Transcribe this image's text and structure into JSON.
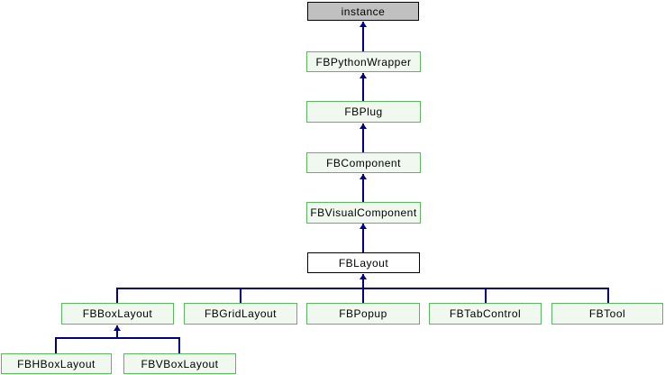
{
  "diagram": {
    "type": "class-inheritance",
    "current_class": "FBLayout",
    "nodes": {
      "instance": {
        "label": "instance",
        "style": "external-gray"
      },
      "FBPythonWrapper": {
        "label": "FBPythonWrapper",
        "style": "linked-green"
      },
      "FBPlug": {
        "label": "FBPlug",
        "style": "linked-green"
      },
      "FBComponent": {
        "label": "FBComponent",
        "style": "linked-green"
      },
      "FBVisualComponent": {
        "label": "FBVisualComponent",
        "style": "linked-green"
      },
      "FBLayout": {
        "label": "FBLayout",
        "style": "current-white"
      },
      "FBBoxLayout": {
        "label": "FBBoxLayout",
        "style": "linked-green"
      },
      "FBGridLayout": {
        "label": "FBGridLayout",
        "style": "linked-green"
      },
      "FBPopup": {
        "label": "FBPopup",
        "style": "linked-green"
      },
      "FBTabControl": {
        "label": "FBTabControl",
        "style": "linked-green"
      },
      "FBTool": {
        "label": "FBTool",
        "style": "linked-green"
      },
      "FBHBoxLayout": {
        "label": "FBHBoxLayout",
        "style": "linked-green"
      },
      "FBVBoxLayout": {
        "label": "FBVBoxLayout",
        "style": "linked-green"
      }
    },
    "edges": [
      {
        "child": "FBPythonWrapper",
        "parent": "instance"
      },
      {
        "child": "FBPlug",
        "parent": "FBPythonWrapper"
      },
      {
        "child": "FBComponent",
        "parent": "FBPlug"
      },
      {
        "child": "FBVisualComponent",
        "parent": "FBComponent"
      },
      {
        "child": "FBLayout",
        "parent": "FBVisualComponent"
      },
      {
        "child": "FBBoxLayout",
        "parent": "FBLayout"
      },
      {
        "child": "FBGridLayout",
        "parent": "FBLayout"
      },
      {
        "child": "FBPopup",
        "parent": "FBLayout"
      },
      {
        "child": "FBTabControl",
        "parent": "FBLayout"
      },
      {
        "child": "FBTool",
        "parent": "FBLayout"
      },
      {
        "child": "FBHBoxLayout",
        "parent": "FBBoxLayout"
      },
      {
        "child": "FBVBoxLayout",
        "parent": "FBBoxLayout"
      }
    ],
    "colors": {
      "edge": "#000080",
      "linked_node_fill": "#f0f8f0",
      "linked_node_border": "#5cb85c",
      "external_node_fill": "#c0c0c0",
      "current_node_fill": "#ffffff",
      "node_border_black": "#000000",
      "text": "#000000",
      "background": "#ffffff"
    }
  }
}
